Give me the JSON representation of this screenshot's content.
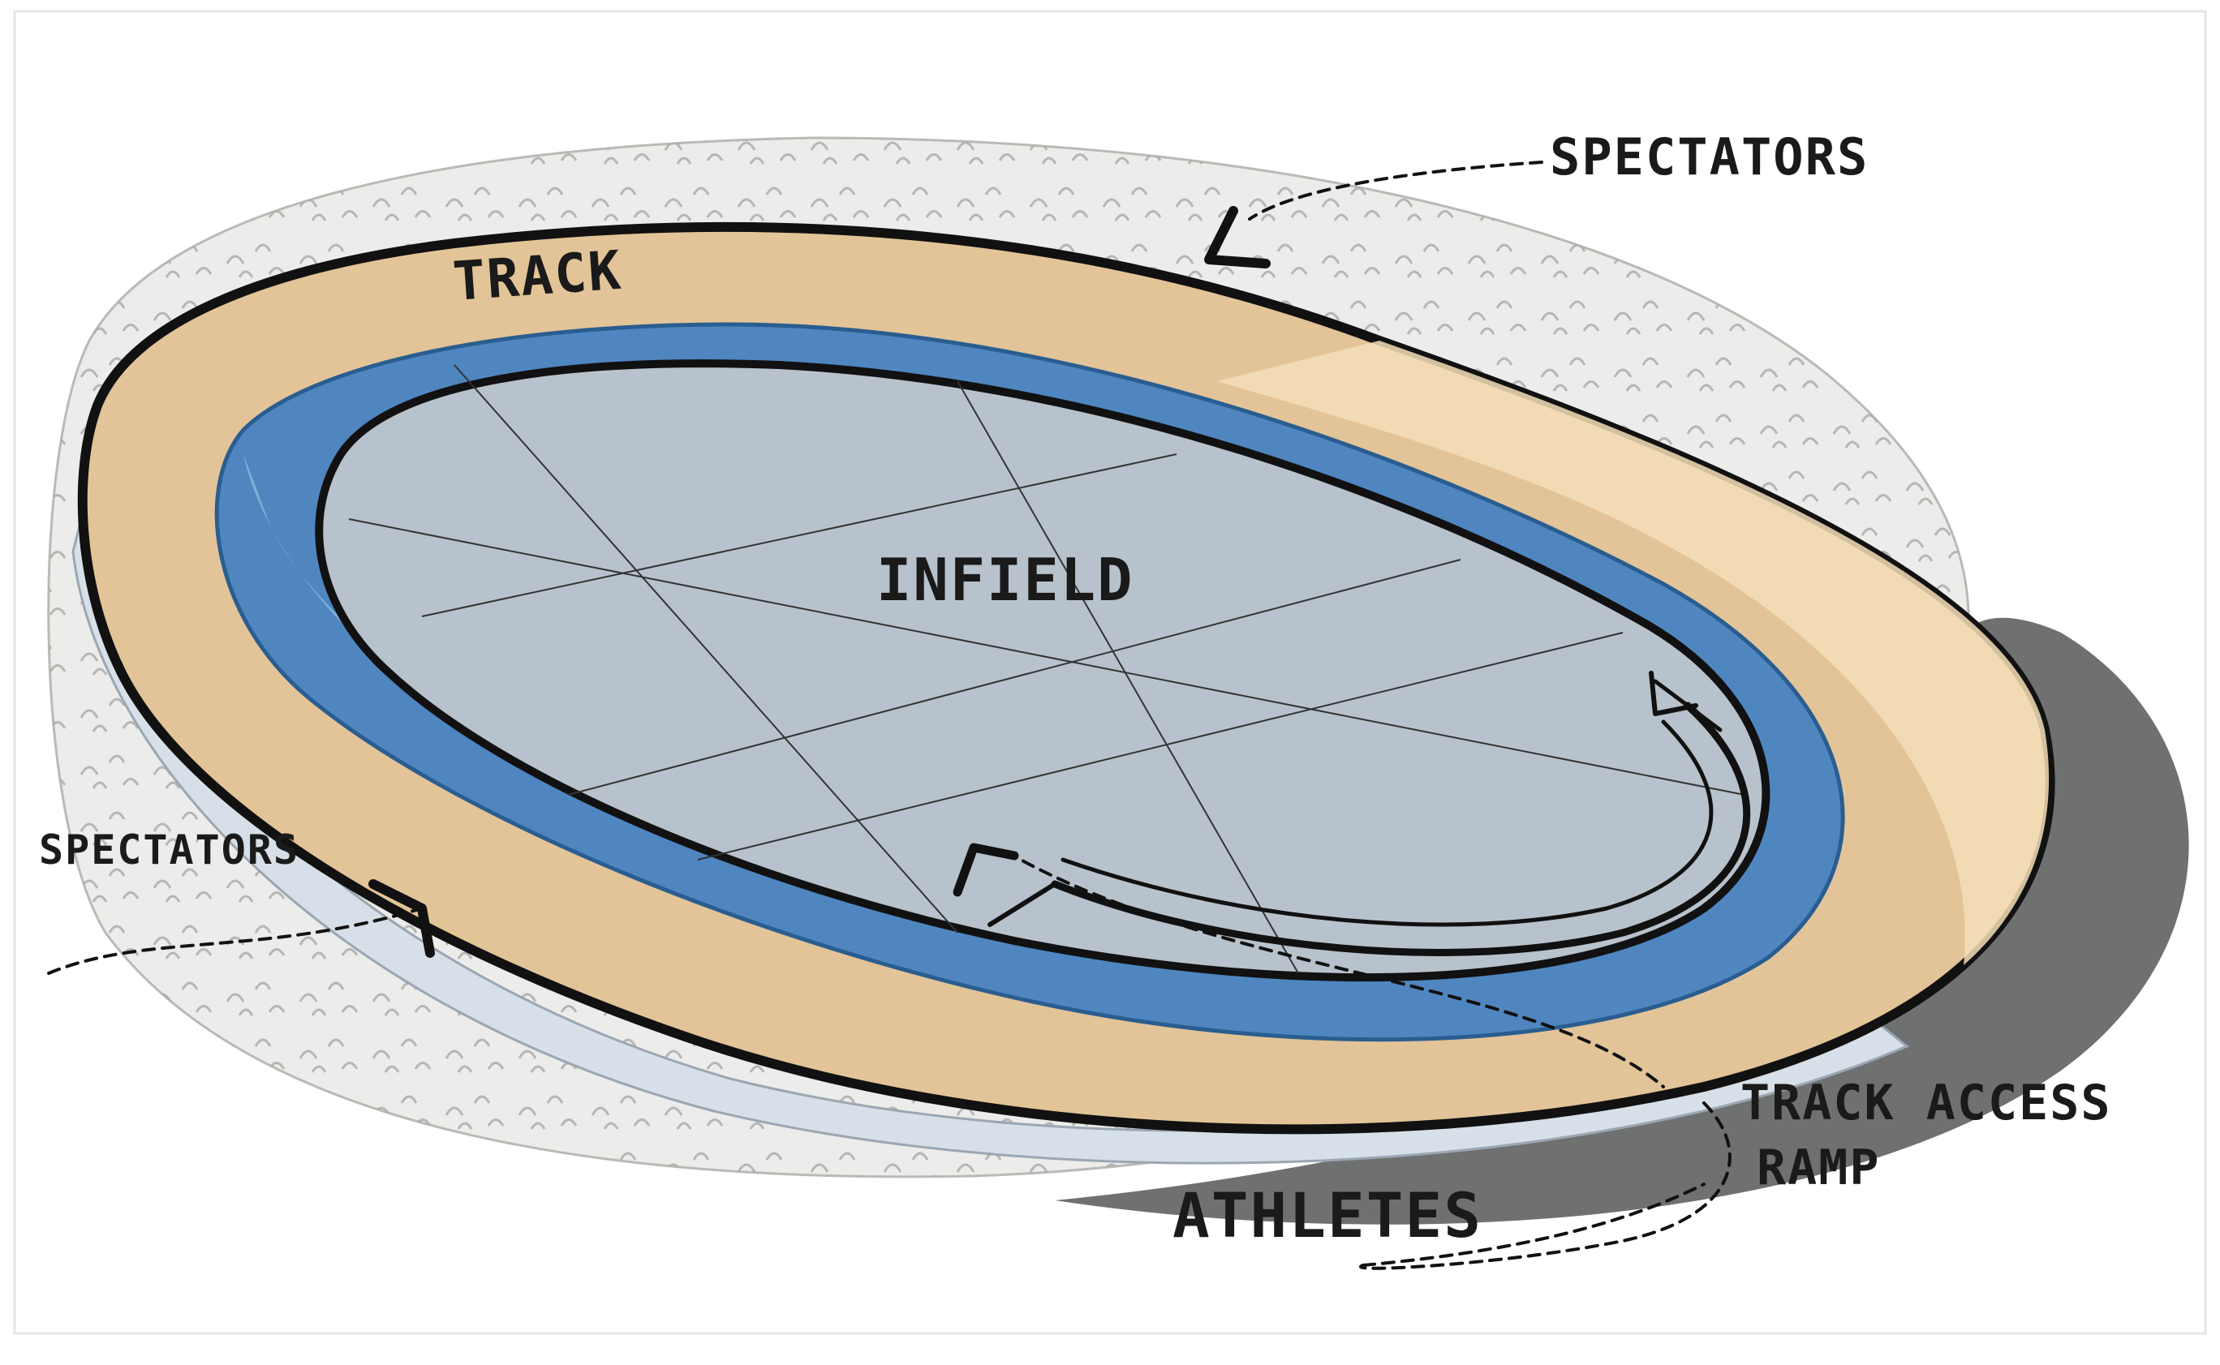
{
  "labels": {
    "track": "TRACK",
    "infield": "INFIELD",
    "spectators_top": "SPECTATORS",
    "spectators_left": "SPECTATORS",
    "track_access_ramp_line1": "TRACK ACCESS",
    "track_access_ramp_line2": "RAMP",
    "athletes": "ATHLETES"
  },
  "colors": {
    "spectator_stands": "#ececea",
    "shadow": "#6f7070",
    "track_surface": "#e2c498",
    "track_surface_light": "#f4dfb8",
    "safety_band": "#4f86c0",
    "safety_band_light": "#8ab9df",
    "infield": "#b8c2cc",
    "outline": "#111111"
  }
}
